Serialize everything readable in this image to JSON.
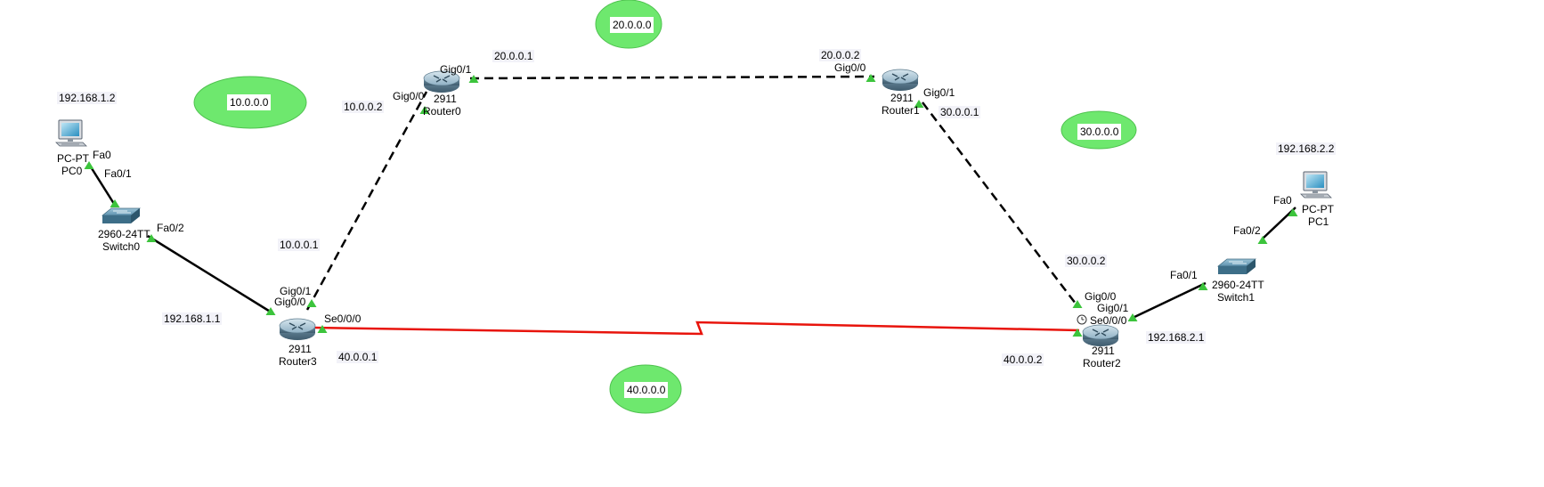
{
  "networks": [
    "10.0.0.0",
    "20.0.0.0",
    "30.0.0.0",
    "40.0.0.0"
  ],
  "devices": {
    "pc0": {
      "model": "PC-PT",
      "name": "PC0"
    },
    "pc1": {
      "model": "PC-PT",
      "name": "PC1"
    },
    "switch0": {
      "model": "2960-24TT",
      "name": "Switch0"
    },
    "switch1": {
      "model": "2960-24TT",
      "name": "Switch1"
    },
    "router0": {
      "model": "2911",
      "name": "Router0"
    },
    "router1": {
      "model": "2911",
      "name": "Router1"
    },
    "router2": {
      "model": "2911",
      "name": "Router2"
    },
    "router3": {
      "model": "2911",
      "name": "Router3"
    }
  },
  "ips": {
    "pc0": "192.168.1.2",
    "pc1": "192.168.2.2",
    "r3_lan": "192.168.1.1",
    "r2_lan": "192.168.2.1",
    "r0_gig00": "10.0.0.2",
    "r3_gig01": "10.0.0.1",
    "r0_gig01": "20.0.0.1",
    "r1_gig00": "20.0.0.2",
    "r1_gig01": "30.0.0.1",
    "r2_gig00": "30.0.0.2",
    "r3_se": "40.0.0.1",
    "r2_se": "40.0.0.2"
  },
  "ports": {
    "fa0": "Fa0",
    "fa01": "Fa0/1",
    "fa02": "Fa0/2",
    "gig00": "Gig0/0",
    "gig01": "Gig0/1",
    "se000": "Se0/0/0"
  },
  "colors": {
    "cloud": "#6ee86e",
    "serial_link": "#e8140c",
    "link_up": "#3cc43c",
    "cable": "#000000"
  },
  "icons": [
    "pc-icon",
    "switch-icon",
    "router-icon",
    "clock-icon"
  ]
}
